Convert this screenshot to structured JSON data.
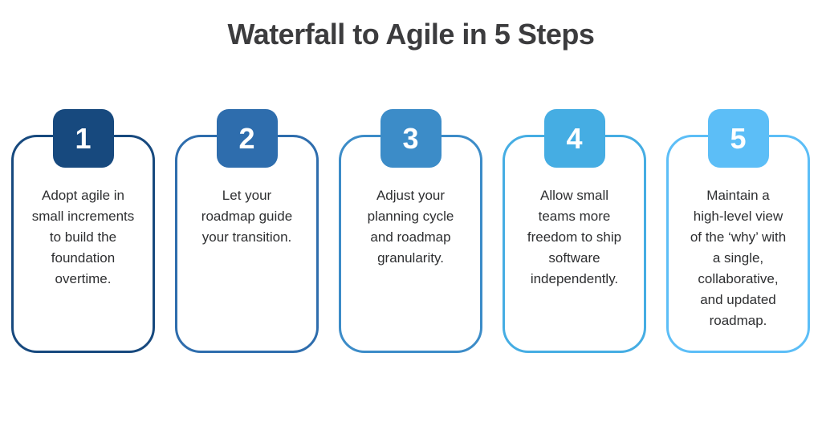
{
  "page": {
    "background": "#ffffff",
    "title": "Waterfall to Agile in 5 Steps",
    "title_color": "#3c3c3e",
    "body_text_color": "#2e2f31"
  },
  "steps": [
    {
      "number": "1",
      "color": "#17497E",
      "text": "Adopt agile in\nsmall increments\nto build the\nfoundation\novertime."
    },
    {
      "number": "2",
      "color": "#2E6DAD",
      "text": "Let your\nroadmap guide\nyour transition."
    },
    {
      "number": "3",
      "color": "#3C8CC8",
      "text": "Adjust your\nplanning cycle\nand roadmap\ngranularity."
    },
    {
      "number": "4",
      "color": "#45ADE3",
      "text": "Allow small\nteams more\nfreedom to ship\nsoftware\nindependently."
    },
    {
      "number": "5",
      "color": "#5CBEF7",
      "text": "Maintain a\nhigh‑level view\nof the ‘why’ with\na single,\ncollaborative,\nand updated\nroadmap."
    }
  ]
}
